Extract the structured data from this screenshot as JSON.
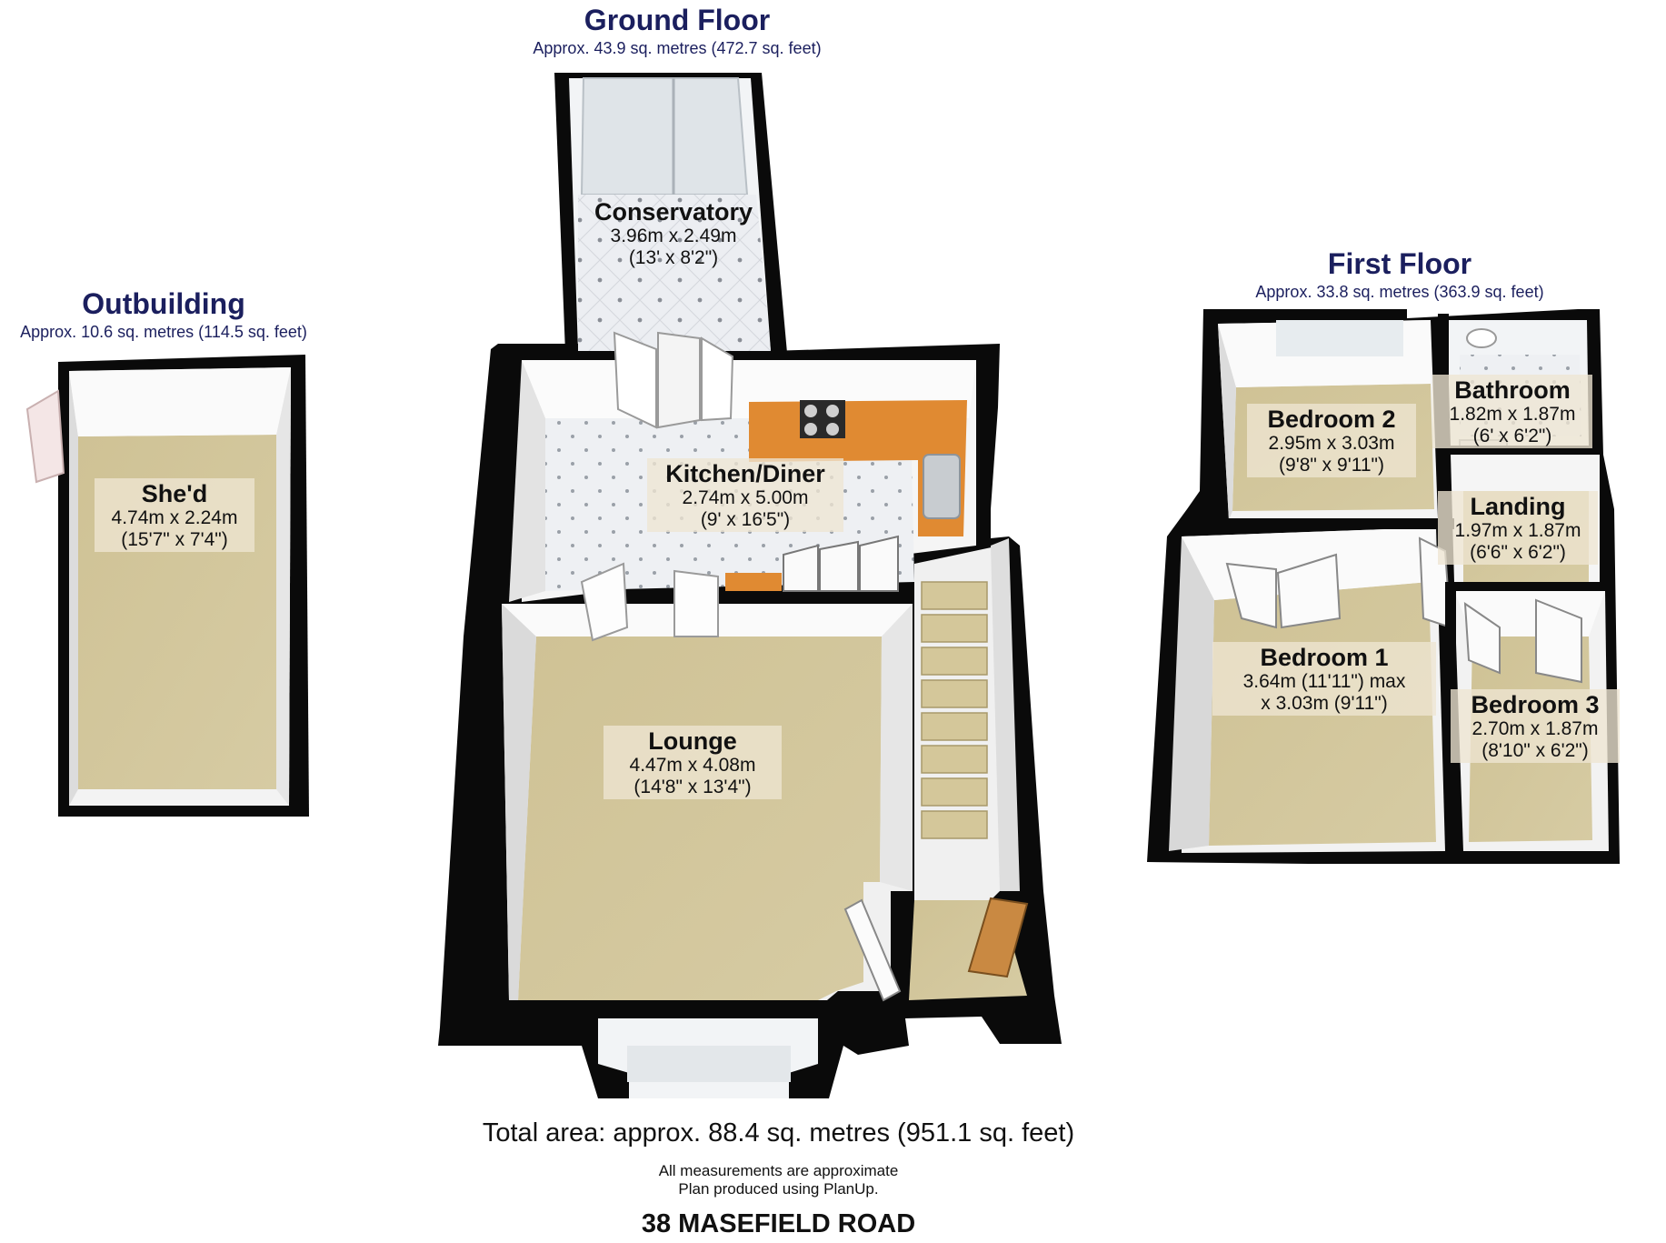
{
  "ground_floor": {
    "title": "Ground Floor",
    "area": "Approx. 43.9 sq. metres (472.7 sq. feet)",
    "rooms": [
      {
        "name": "Conservatory",
        "dim1": "3.96m x 2.49m",
        "dim2": "(13' x 8'2\")"
      },
      {
        "name": "Kitchen/Diner",
        "dim1": "2.74m x 5.00m",
        "dim2": "(9' x 16'5\")"
      },
      {
        "name": "Lounge",
        "dim1": "4.47m x 4.08m",
        "dim2": "(14'8\" x 13'4\")"
      }
    ]
  },
  "first_floor": {
    "title": "First Floor",
    "area": "Approx. 33.8 sq. metres (363.9 sq. feet)",
    "rooms": [
      {
        "name": "Bedroom 2",
        "dim1": "2.95m x 3.03m",
        "dim2": "(9'8\" x 9'11\")"
      },
      {
        "name": "Bathroom",
        "dim1": "1.82m x 1.87m",
        "dim2": "(6' x 6'2\")"
      },
      {
        "name": "Landing",
        "dim1": "1.97m x 1.87m",
        "dim2": "(6'6\" x 6'2\")"
      },
      {
        "name": "Bedroom 1",
        "dim1": "3.64m (11'11\") max",
        "dim2": "x 3.03m (9'11\")"
      },
      {
        "name": "Bedroom 3",
        "dim1": "2.70m x 1.87m",
        "dim2": "(8'10\" x 6'2\")"
      }
    ]
  },
  "outbuilding": {
    "title": "Outbuilding",
    "area": "Approx. 10.6 sq. metres (114.5 sq. feet)",
    "rooms": [
      {
        "name": "She'd",
        "dim1": "4.74m x 2.24m",
        "dim2": "(15'7\" x 7'4\")"
      }
    ]
  },
  "footer": {
    "total_area": "Total area: approx. 88.4 sq. metres (951.1 sq. feet)",
    "note_1": "All measurements are approximate",
    "note_2": "Plan produced using PlanUp.",
    "address": "38 MASEFIELD ROAD"
  },
  "colors": {
    "title": "#1b1f5e",
    "wall": "#0a0a0a",
    "carpet": "#cdbf8d",
    "tile": "#e8eaee",
    "worktop": "#e08a32"
  }
}
